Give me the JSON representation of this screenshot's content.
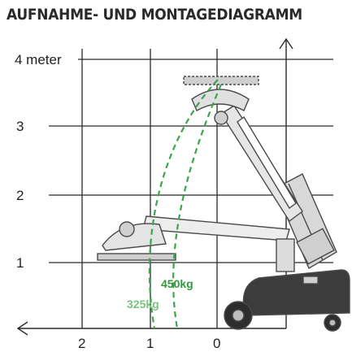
{
  "title": "AUFNAHME- UND MONTAGEDIAGRAMM",
  "y_axis": {
    "unit_label": "4 meter",
    "ticks": [
      "3",
      "2",
      "1"
    ]
  },
  "x_axis": {
    "ticks": [
      "2",
      "1",
      "0"
    ]
  },
  "curves": [
    {
      "label": "325kg",
      "color": "#3aa64a"
    },
    {
      "label": "450kg",
      "color": "#2e9a3a"
    }
  ],
  "colors": {
    "grid": "#2a2a2a",
    "machine": "#4a4a4a",
    "curve": "#3aa64a"
  }
}
